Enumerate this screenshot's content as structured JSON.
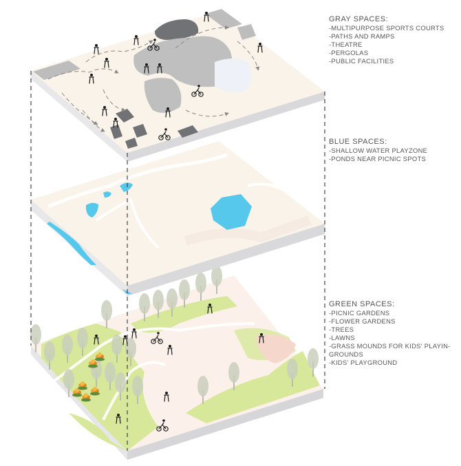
{
  "legend": {
    "gray": {
      "title": "GRAY SPACES:",
      "items": [
        "-MULTIPURPOSE SPORTS COURTS",
        "-PATHS AND RAMPS",
        "-THEATRE",
        "-PERGOLAS",
        "-PUBLIC FACILITIES"
      ]
    },
    "blue": {
      "title": "BLUE SPACES:",
      "items": [
        "-SHALLOW WATER PLAYZONE",
        "-PONDS NEAR PICNIC SPOTS"
      ]
    },
    "green": {
      "title": "GREEN SPACES:",
      "items": [
        "-PICNIC GARDENS",
        "-FLOWER GARDENS",
        "-TREES",
        "-LAWNS",
        "-GRASS MOUNDS FOR KIDS' PLAYIN-\nGROUNDS",
        "-KIDS' PLAYGROUND"
      ]
    }
  },
  "colors": {
    "gray_surface": "#faf3ea",
    "gray_area": "#bfbfbf",
    "dark_court": "#6f7175",
    "water": "#56c8ec",
    "lawn": "#d7e89a",
    "tree": "#c9cfbc",
    "edge": "#d9d9dc"
  },
  "icons": [
    "person-icon",
    "cyclist-icon",
    "flower-icon",
    "tree-icon",
    "path-arrow-icon"
  ]
}
